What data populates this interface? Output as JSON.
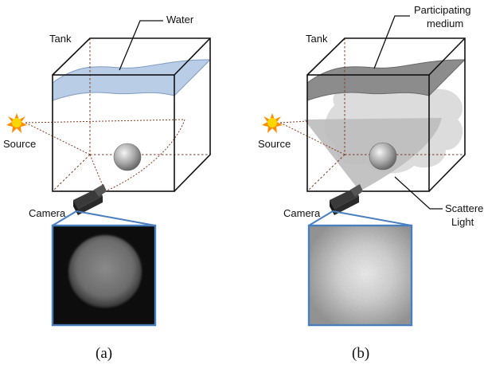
{
  "panels": [
    {
      "caption": "(a)",
      "tank_label": "Tank",
      "surface_label": "Water",
      "source_label": "Source",
      "camera_label": "Camera"
    },
    {
      "caption": "(b)",
      "tank_label": "Tank",
      "surface_label_line1": "Participating",
      "surface_label_line2": "medium",
      "source_label": "Source",
      "camera_label": "Camera",
      "scatter_label_line1": "Scattered",
      "scatter_label_line2": "Light"
    }
  ],
  "colors": {
    "water": "#b9cde6",
    "medium": "#8c8c8c",
    "scatter": "#c8c8c8",
    "frame": "#4a7fbf",
    "ray": "#8a3a1e"
  }
}
